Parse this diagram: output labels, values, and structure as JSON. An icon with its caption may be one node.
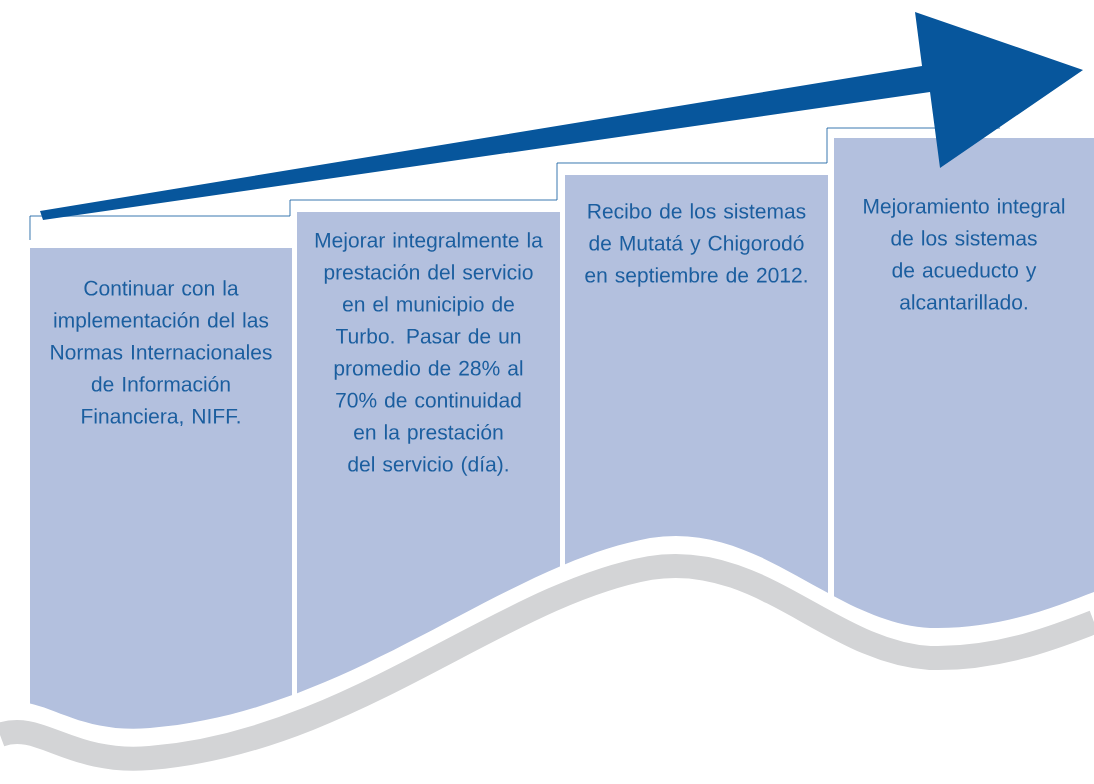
{
  "diagram": {
    "nodes": [
      {
        "text": [
          "Continuar con la implementación del las Normas Internacionales de Información Financiera, NIFF."
        ]
      },
      {
        "text": [
          "Mejorar integralmente la prestación del servicio en el municipio de Turbo. Pasar de un promedio de 28% al 70% de continuidad en la prestación del servicio (día)."
        ]
      },
      {
        "text": [
          "Recibo de los sistemas de Mutatá y Chigorodó en septiembre de 2012."
        ]
      },
      {
        "text": [
          "Mejoramiento integral de los sistemas de acueducto y alcantarillado."
        ]
      }
    ]
  }
}
